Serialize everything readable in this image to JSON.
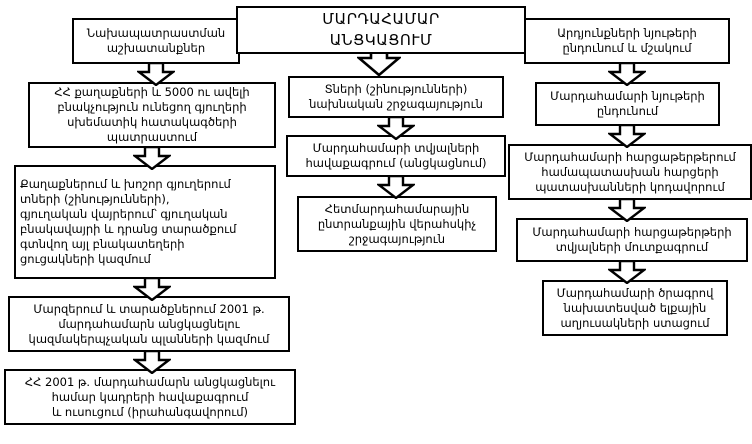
{
  "diagram": {
    "title": "ՄԱՐԴԱՀԱՄԱՐ\nԱՆՑԿԱՑՈՒՄ",
    "columns": {
      "left": {
        "header": "Նախապատրաստման\nաշխատանքներ",
        "steps": [
          "ՀՀ քաղաքների և 5000 ու ավելի\nբնակչություն ունեցող գյուղերի\nսխեմատիկ հատակագծերի\nպատրաստում",
          "Քաղաքներում և խոշոր գյուղերում\nտների (շինությունների),\nգյուղական վայրերում՝ գյուղական\nբնակավայրի և դրանց տարածքում\nգտնվող այլ բնակատեղերի\nցուցակների կազմում",
          "Մարզերում և տարածքներում 2001 թ.\nմարդահամարն անցկացնելու\nկազմակերպչական պլանների կազմում",
          "ՀՀ 2001 թ. մարդահամարն անցկացնելու\nհամար կադրերի հավաքագրում\nև ուսուցում (իրահանգավորում)"
        ]
      },
      "middle": {
        "steps": [
          "Տների (շինությունների)\nնախնական շրջագայություն",
          "Մարդահամարի տվյալների\nհավաքագրում (անցկացնում)",
          "Հետմարդահամարային\nընտրանքային վերահսկիչ\nշրջագայություն"
        ]
      },
      "right": {
        "header": "Արդյունքների նյութերի\nընդունում և մշակում",
        "steps": [
          "Մարդահամարի նյութերի\nընդունում",
          "Մարդահամարի հարցաթերթերում\nհամապատասխան հարցերի\nպատասխանների կոդավորում",
          "Մարդահամարի հարցաթերթերի\nտվյալների մուտքագրում",
          "Մարդահամարի ծրագրով\nնախատեսված ելքային\nաղյուսակների ստացում"
        ]
      }
    },
    "colors": {
      "stroke": "#000000",
      "fill": "#ffffff",
      "text": "#000000"
    }
  }
}
